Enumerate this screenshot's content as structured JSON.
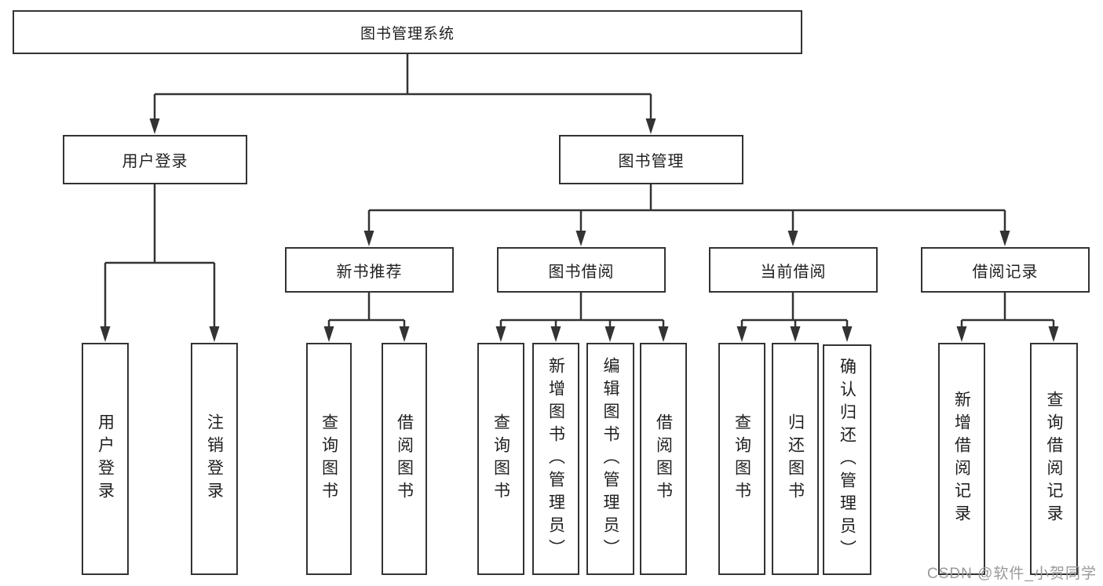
{
  "nodes": {
    "root": "图书管理系统",
    "login": "用户登录",
    "management": "图书管理",
    "recommend": "新书推荐",
    "borrow": "图书借阅",
    "current": "当前借阅",
    "records": "借阅记录",
    "login_user": "用户登录",
    "login_logout": "注销登录",
    "recommend_search": "查询图书",
    "recommend_borrow": "借阅图书",
    "borrow_search": "查询图书",
    "borrow_add": "新增图书（管理员）",
    "borrow_edit": "编辑图书（管理员）",
    "borrow_borrow": "借阅图书",
    "current_search": "查询图书",
    "current_return": "归还图书",
    "current_confirm": "确认归还（管理员）",
    "records_add": "新增借阅记录",
    "records_search": "查询借阅记录"
  },
  "watermark": "CSDN @软件_小贺同学",
  "colors": {
    "line": "#333333",
    "text": "#1f1f1f",
    "box_background": "#ffffff",
    "watermark": "#9a9a9a",
    "page_background": "#ffffff"
  }
}
